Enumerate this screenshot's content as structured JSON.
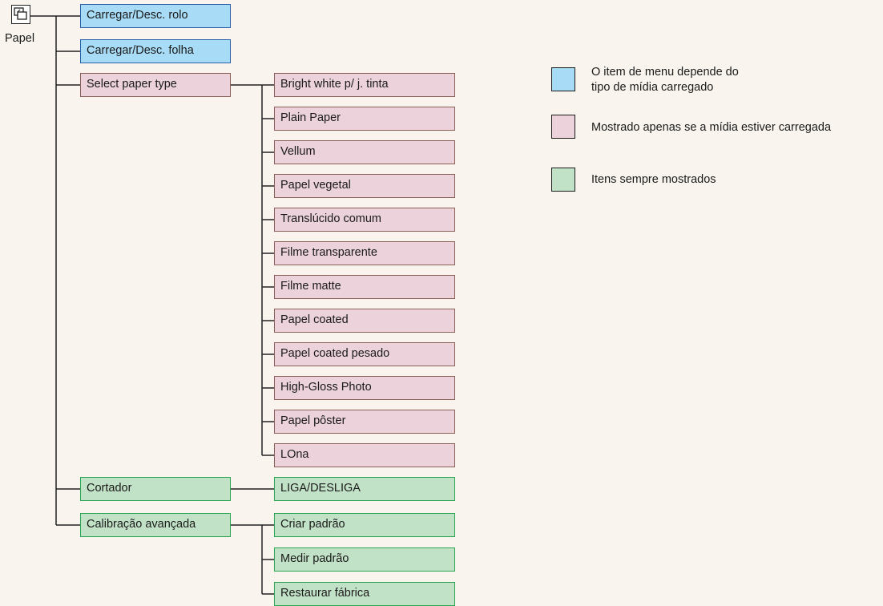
{
  "root": {
    "label": "Papel",
    "icon": "paper-icon"
  },
  "colors": {
    "blue_fill": "#a8dcf6",
    "blue_border": "#2b5fa8",
    "pink_fill": "#ecd2da",
    "pink_border": "#8a5e57",
    "green_fill": "#c2e2c7",
    "green_border": "#2aa653",
    "background": "#f9f5ee"
  },
  "menu": {
    "load_roll": "Carregar/Desc. rolo",
    "load_sheet": "Carregar/Desc. folha",
    "select_paper_type": "Select paper type",
    "cutter": "Cortador",
    "advanced_calibration": "Calibração avançada"
  },
  "paper_types": [
    "Bright white p/ j. tinta",
    "Plain Paper",
    "Vellum",
    "Papel vegetal",
    "Translúcido comum",
    "Filme transparente",
    "Filme matte",
    "Papel coated",
    "Papel coated pesado",
    "High-Gloss Photo",
    "Papel pôster",
    "LOna"
  ],
  "cutter_options": [
    "LIGA/DESLIGA"
  ],
  "calibration_options": [
    "Criar padrão",
    "Medir padrão",
    "Restaurar fábrica"
  ],
  "legend": {
    "blue": "O item de menu depende do\ntipo de mídia carregado",
    "pink": "Mostrado apenas se a mídia estiver carregada",
    "green": "Itens sempre mostrados"
  }
}
